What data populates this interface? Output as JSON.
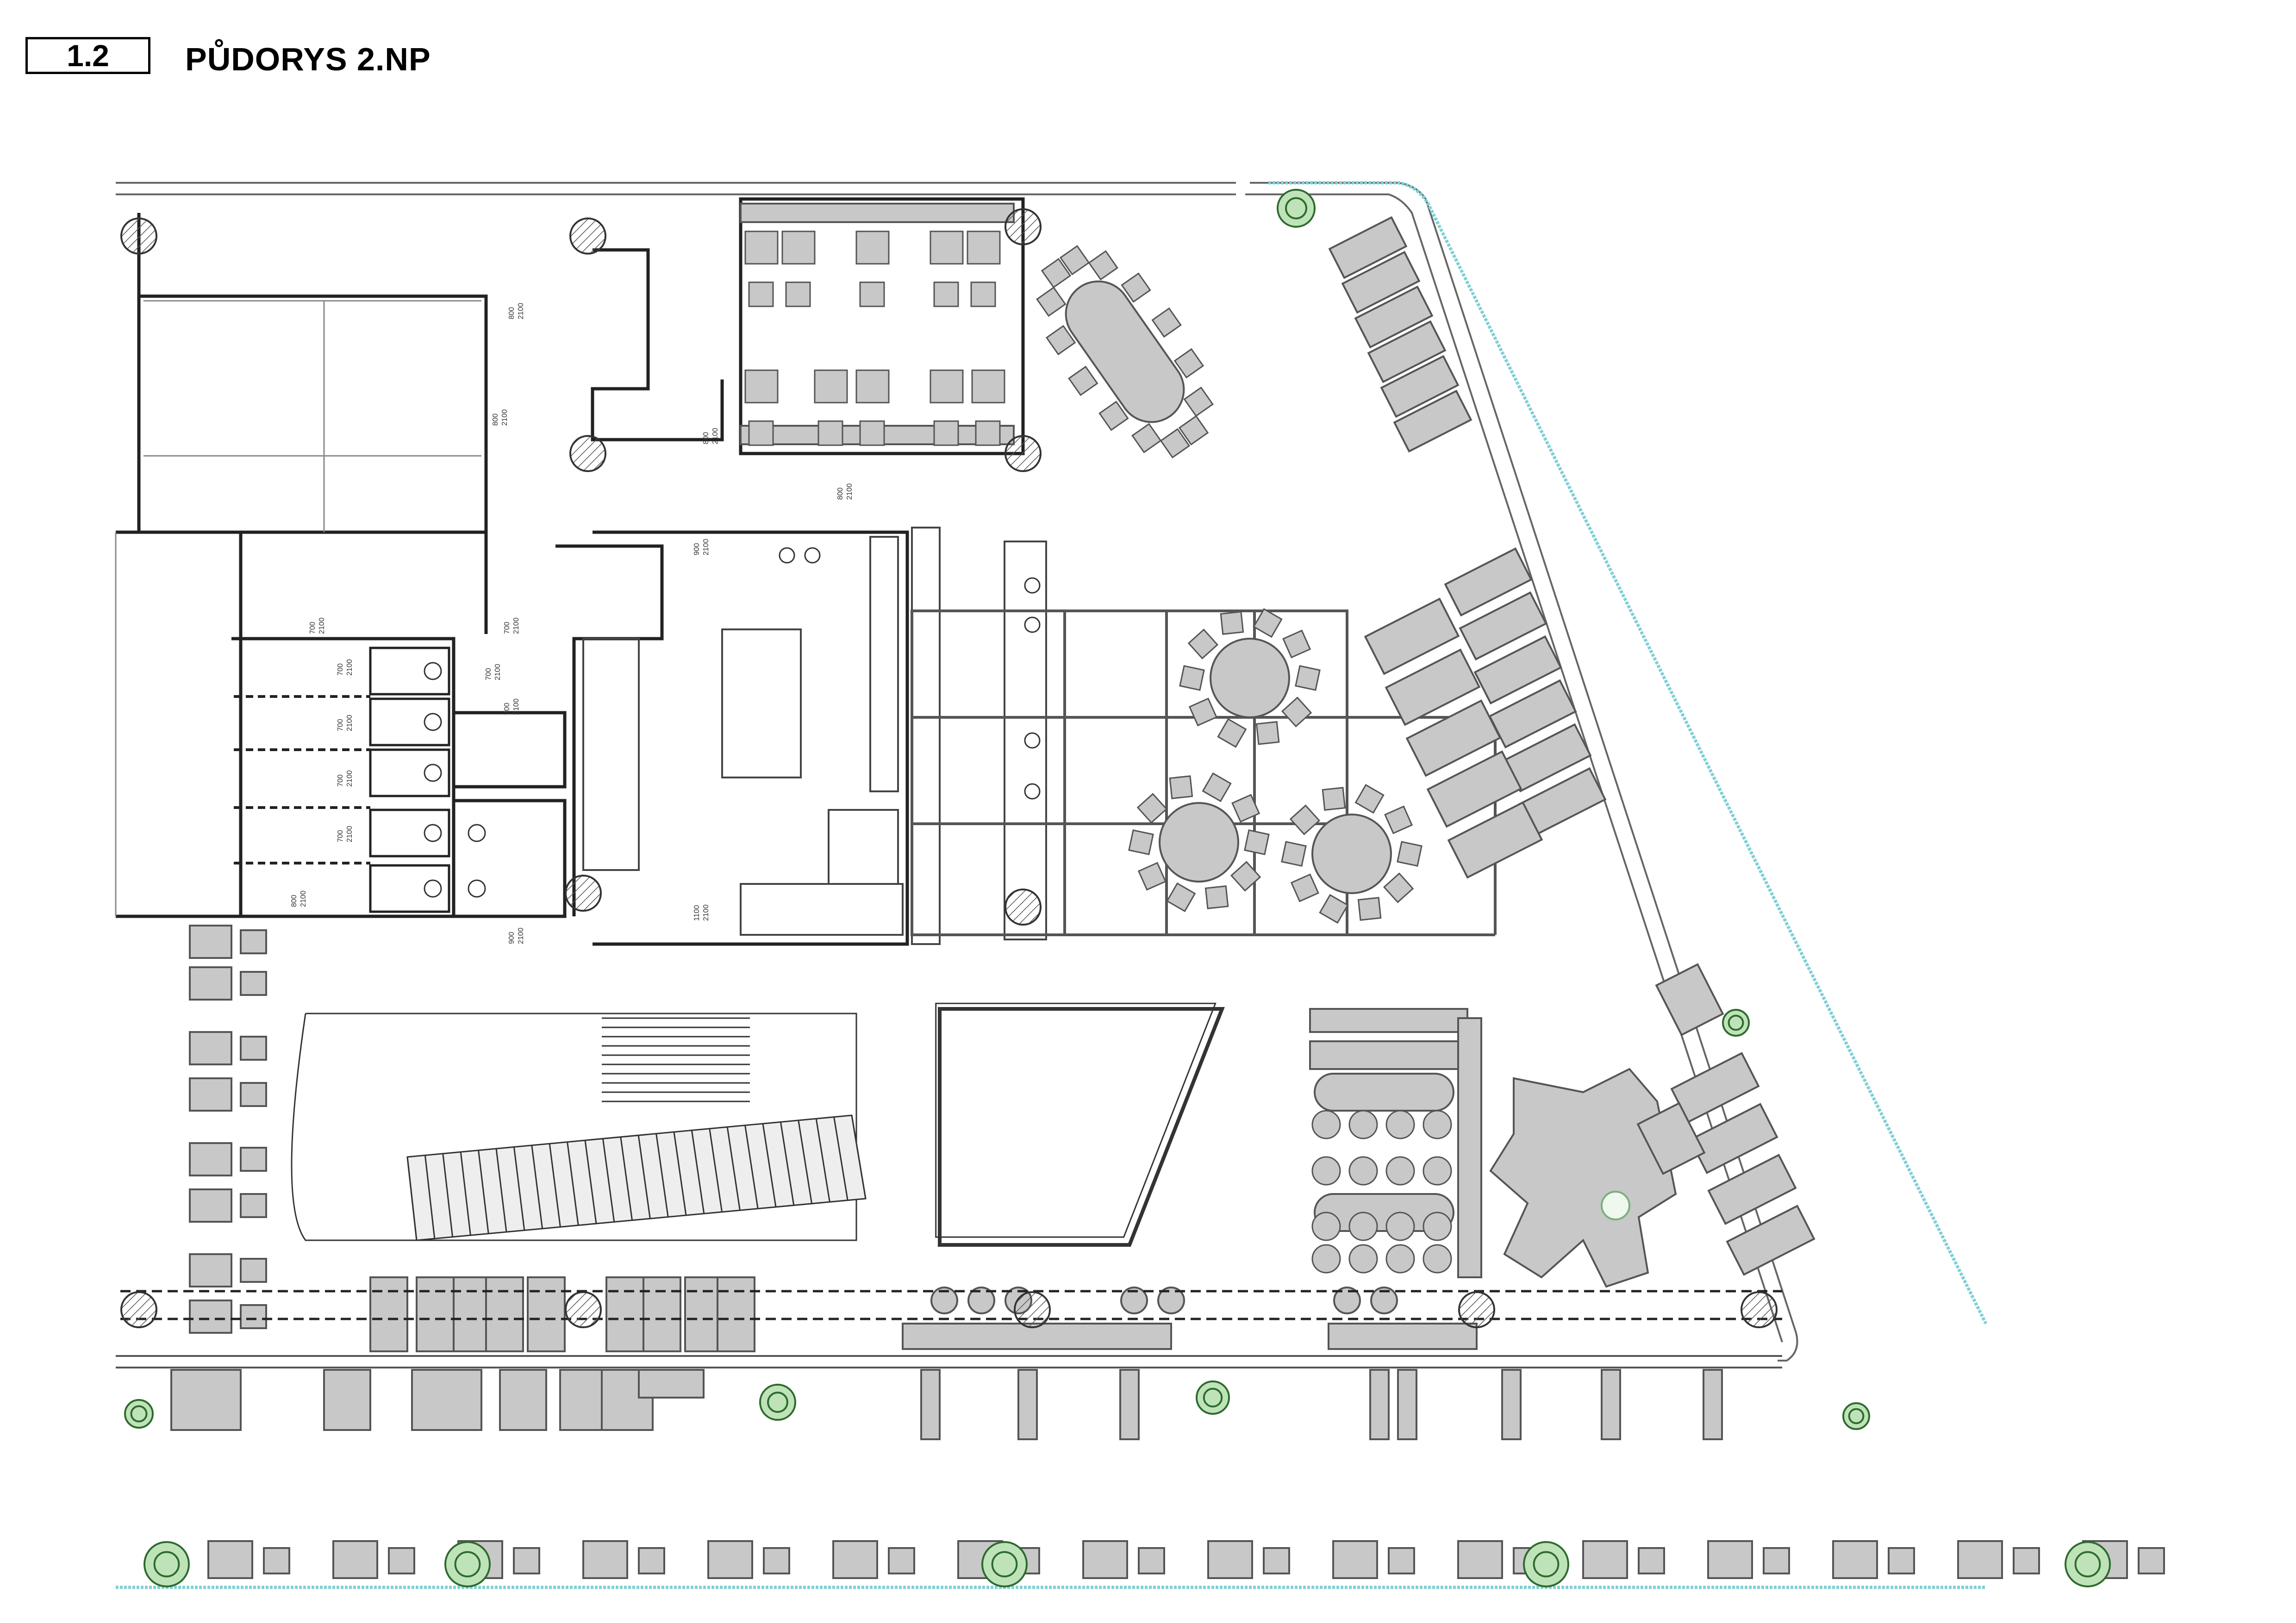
{
  "sheet": {
    "number": "1.2",
    "title": "PŮDORYS 2.NP"
  },
  "door_tags": [
    {
      "name": "door-tag-1",
      "top": "800",
      "bottom": "2100"
    },
    {
      "name": "door-tag-2",
      "top": "800",
      "bottom": "2100"
    },
    {
      "name": "door-tag-3",
      "top": "800",
      "bottom": "2100"
    },
    {
      "name": "door-tag-4",
      "top": "800",
      "bottom": "2100"
    },
    {
      "name": "door-tag-5",
      "top": "900",
      "bottom": "2100"
    },
    {
      "name": "door-tag-6",
      "top": "700",
      "bottom": "2100"
    },
    {
      "name": "door-tag-7",
      "top": "700",
      "bottom": "2100"
    },
    {
      "name": "door-tag-8",
      "top": "700",
      "bottom": "2100"
    },
    {
      "name": "door-tag-9",
      "top": "700",
      "bottom": "2100"
    },
    {
      "name": "door-tag-10",
      "top": "700",
      "bottom": "2100"
    },
    {
      "name": "door-tag-11",
      "top": "700",
      "bottom": "2100"
    },
    {
      "name": "door-tag-12",
      "top": "700",
      "bottom": "2100"
    },
    {
      "name": "door-tag-13",
      "top": "700",
      "bottom": "2100"
    },
    {
      "name": "door-tag-14",
      "top": "800",
      "bottom": "2100"
    },
    {
      "name": "door-tag-15",
      "top": "900",
      "bottom": "2100"
    },
    {
      "name": "door-tag-16",
      "top": "1100",
      "bottom": "2100"
    }
  ],
  "colors": {
    "line": "#3a3a3a",
    "furniture_fill": "#c8c8c8",
    "furniture_stroke": "#555555",
    "tree_fill": "#bfe3b8",
    "tree_stroke": "#2e6a2e",
    "waterline": "#7fcfd6",
    "column_hatch": "#555555"
  }
}
